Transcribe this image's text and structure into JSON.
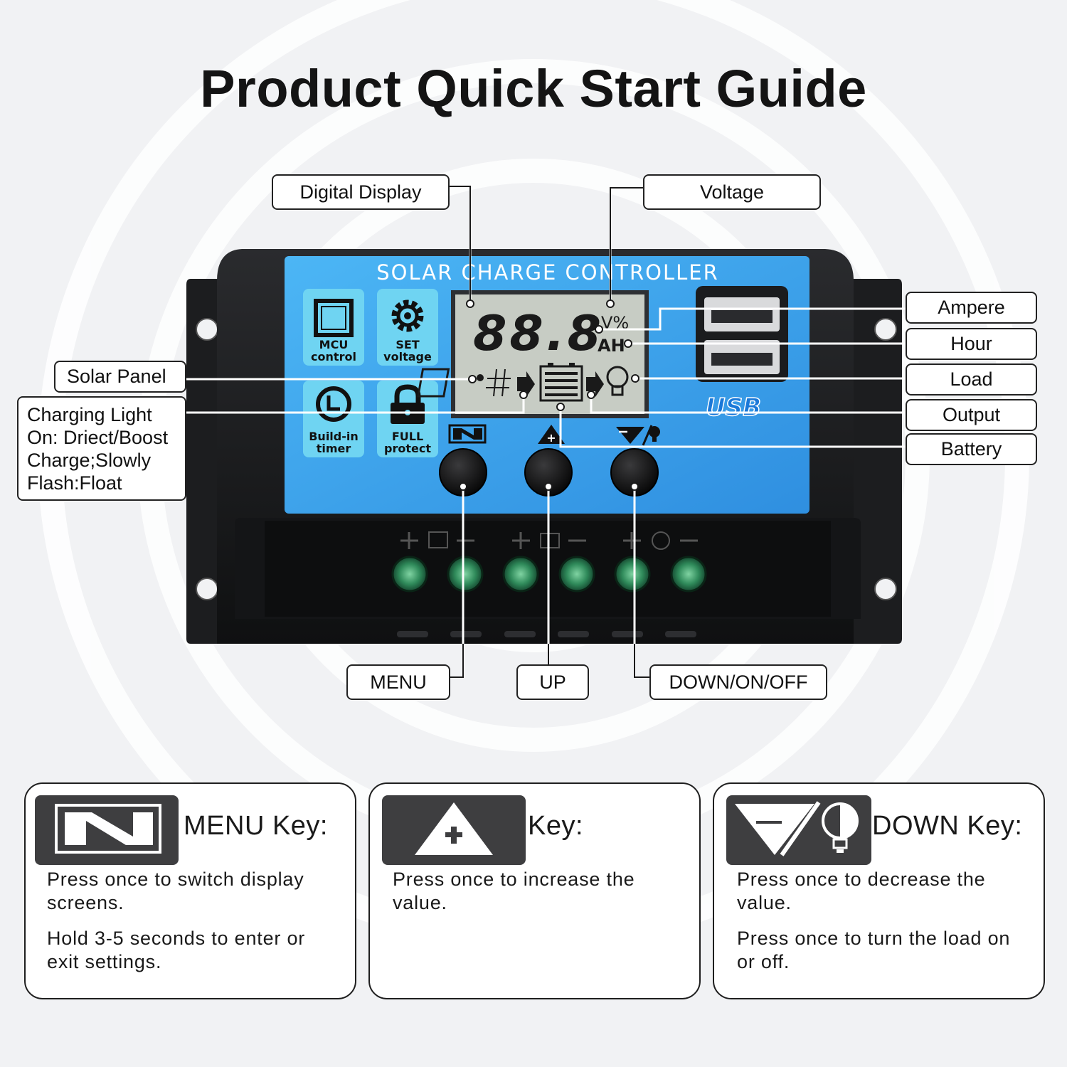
{
  "title": "Product Quick Start Guide",
  "device": {
    "header": "SOLAR CHARGE CONTROLLER",
    "lcd_digits": "88.8",
    "lcd_unit_top": "V%",
    "lcd_unit_bottom": "AH",
    "usb_label": "USB",
    "features": [
      {
        "line1": "MCU",
        "line2": "control",
        "icon": "chip-icon"
      },
      {
        "line1": "SET",
        "line2": "voltage",
        "icon": "gear-icon"
      },
      {
        "line1": "Build-in",
        "line2": "timer",
        "icon": "clock-icon"
      },
      {
        "line1": "FULL",
        "line2": "protect",
        "icon": "lock-icon"
      }
    ],
    "colors": {
      "panel_blue": "#3aa7ef",
      "feature_tile": "#6fd4f2",
      "housing": "#1b1c1e",
      "lcd": "#c7ccc4",
      "terminal_green": "#2f8a5a"
    }
  },
  "callouts": {
    "digital_display": "Digital Display",
    "voltage": "Voltage",
    "ampere": "Ampere",
    "hour": "Hour",
    "load": "Load",
    "output": "Output",
    "battery": "Battery",
    "solar_panel": "Solar Panel",
    "charging_light": {
      "line1": "Charging Light",
      "line2": "On: Driect/Boost",
      "line3": "Charge;Slowly",
      "line4": "Flash:Float"
    },
    "menu": "MENU",
    "up": "UP",
    "down": "DOWN/ON/OFF"
  },
  "cards": [
    {
      "icon": "menu-key-icon",
      "title": "MENU Key:",
      "desc1": "Press once to switch display screens.",
      "desc2": "Hold 3-5 seconds to enter or exit settings."
    },
    {
      "icon": "up-key-icon",
      "title": "Key:",
      "desc1": "Press once to increase the value.",
      "desc2": ""
    },
    {
      "icon": "down-key-icon",
      "title": "DOWN Key:",
      "desc1": "Press once to decrease the value.",
      "desc2": "Press once to turn the load on or off."
    }
  ]
}
